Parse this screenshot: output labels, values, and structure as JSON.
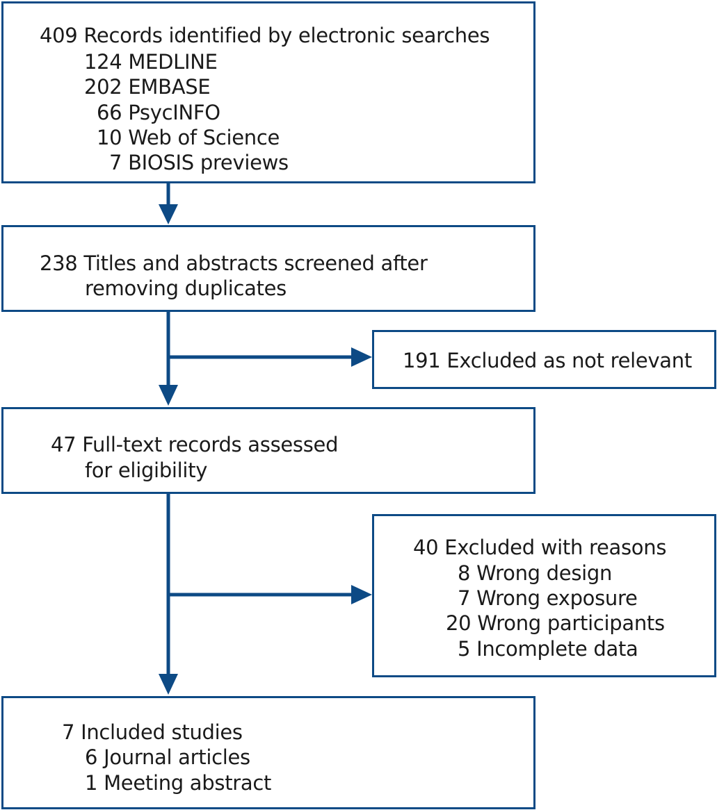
{
  "colors": {
    "stroke": "#0d4a85",
    "text": "#1a1a1a",
    "background": "#ffffff"
  },
  "boxes": {
    "identified": {
      "lines": [
        "409 Records identified by electronic searches",
        "124 MEDLINE",
        "202 EMBASE",
        "66 PsycINFO",
        "10 Web of Science",
        "7 BIOSIS previews"
      ]
    },
    "screened": {
      "lines": [
        "238 Titles and abstracts screened after",
        "removing duplicates"
      ]
    },
    "excluded_not_relevant": {
      "lines": [
        "191 Excluded as not relevant"
      ]
    },
    "fulltext": {
      "lines": [
        "47 Full-text records assessed",
        "for eligibility"
      ]
    },
    "excluded_reasons": {
      "lines": [
        "40 Excluded with reasons",
        "8 Wrong design",
        "7 Wrong exposure",
        "20 Wrong participants",
        "5 Incomplete data"
      ]
    },
    "included": {
      "lines": [
        "7 Included studies",
        "6 Journal articles",
        "1 Meeting abstract"
      ]
    }
  }
}
